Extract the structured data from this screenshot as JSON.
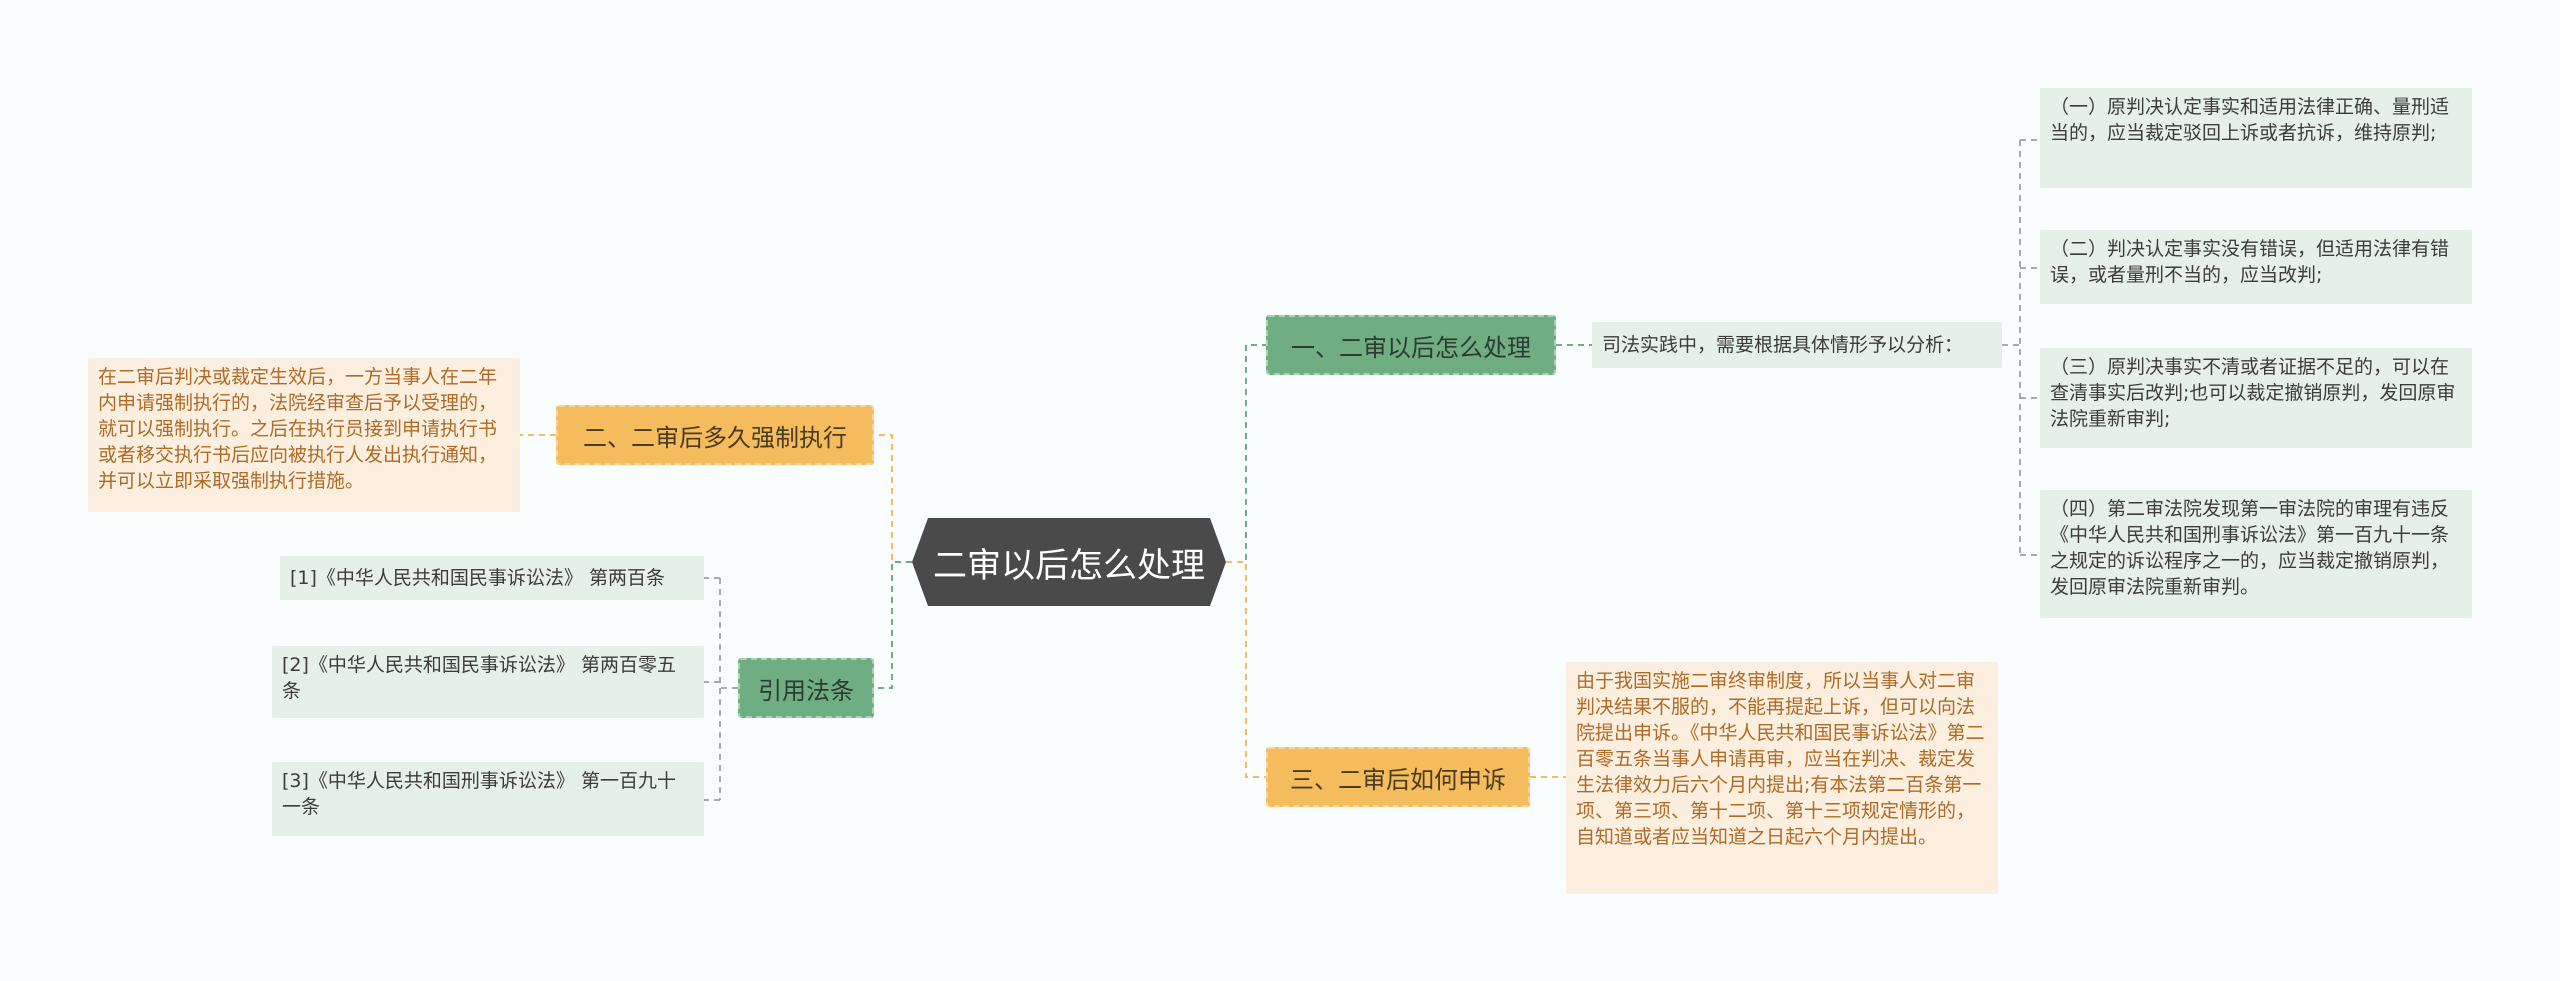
{
  "root": {
    "label": "二审以后怎么处理"
  },
  "branches": [
    {
      "label": "一、二审以后怎么处理",
      "color": "#6fae83",
      "intro": "司法实践中，需要根据具体情形予以分析：",
      "items": [
        "（一）原判决认定事实和适用法律正确、量刑适当的，应当裁定驳回上诉或者抗诉，维持原判;",
        "（二）判决认定事实没有错误，但适用法律有错误，或者量刑不当的，应当改判;",
        "（三）原判决事实不清或者证据不足的，可以在查清事实后改判;也可以裁定撤销原判，发回原审法院重新审判;",
        "（四）第二审法院发现第一审法院的审理有违反《中华人民共和国刑事诉讼法》第一百九十一条之规定的诉讼程序之一的，应当裁定撤销原判，发回原审法院重新审判。"
      ]
    },
    {
      "label": "三、二审后如何申诉",
      "color": "#f4bc5c",
      "text": "由于我国实施二审终审制度，所以当事人对二审判决结果不服的，不能再提起上诉，但可以向法院提出申诉。《中华人民共和国民事诉讼法》第二百零五条当事人申请再审，应当在判决、裁定发生法律效力后六个月内提出;有本法第二百条第一项、第三项、第十二项、第十三项规定情形的，自知道或者应当知道之日起六个月内提出。"
    },
    {
      "label": "二、二审后多久强制执行",
      "color": "#f4bc5c",
      "text": "在二审后判决或裁定生效后，一方当事人在二年内申请强制执行的，法院经审查后予以受理的，就可以强制执行。之后在执行员接到申请执行书或者移交执行书后应向被执行人发出执行通知，并可以立即采取强制执行措施。"
    },
    {
      "label": "引用法条",
      "color": "#6fae83",
      "items": [
        "[1]《中华人民共和国民事诉讼法》 第两百条",
        "[2]《中华人民共和国民事诉讼法》 第两百零五条",
        "[3]《中华人民共和国刑事诉讼法》 第一百九十一条"
      ]
    }
  ]
}
